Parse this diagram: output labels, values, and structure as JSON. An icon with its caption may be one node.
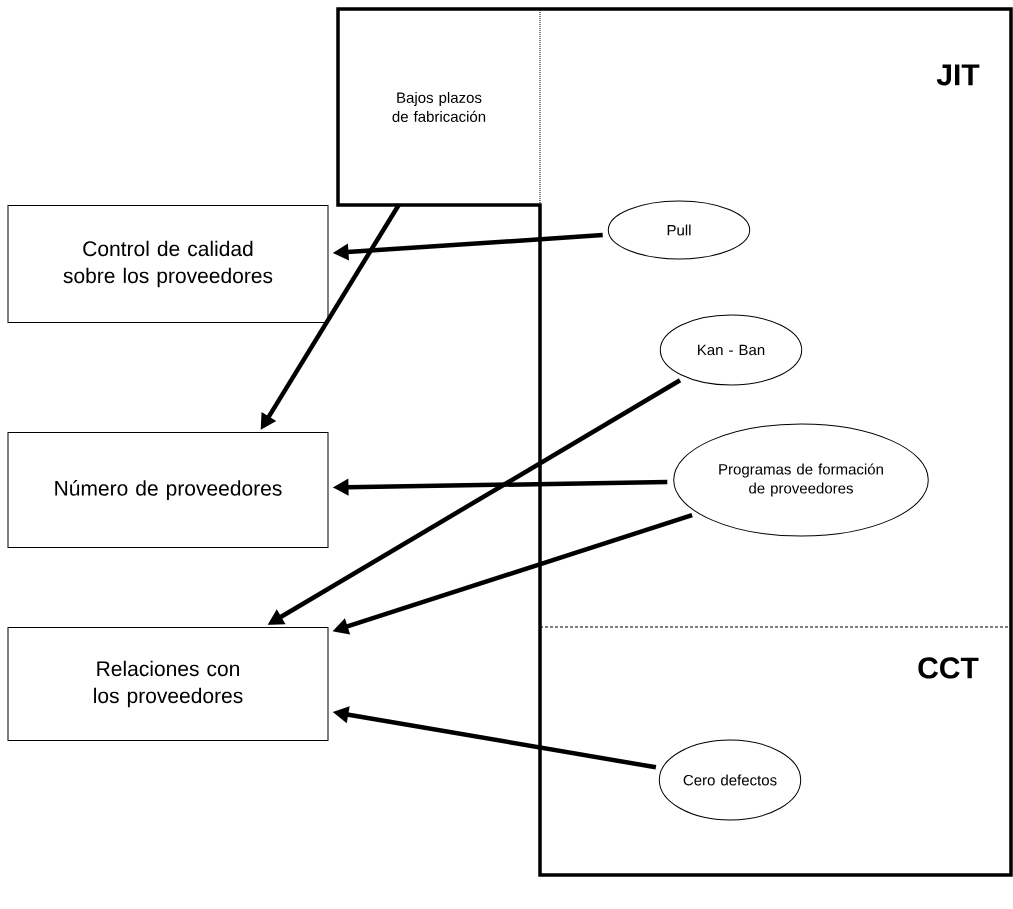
{
  "diagram": {
    "nodes": [
      {
        "text": [
          "Bajos plazos de fabricación"
        ]
      },
      {
        "text": [
          "Control de calidad sobre los proveedores"
        ]
      },
      {
        "text": [
          "Número de proveedores"
        ]
      },
      {
        "text": [
          "Relaciones con los proveedores"
        ]
      },
      {
        "text": [
          "Pull"
        ]
      },
      {
        "text": [
          "Kan - Ban"
        ]
      },
      {
        "text": [
          "Programas de formación de proveedores"
        ]
      },
      {
        "text": [
          "Cero defectos"
        ]
      }
    ],
    "edges": [
      {
        "from": 4,
        "to": 1,
        "arrow": "to"
      },
      {
        "from": 0,
        "to": 2,
        "arrow": "to"
      },
      {
        "from": 5,
        "to": 3,
        "arrow": "to"
      },
      {
        "from": 6,
        "to": 2,
        "arrow": "to"
      },
      {
        "from": 6,
        "to": 3,
        "arrow": "to"
      },
      {
        "from": 7,
        "to": 3,
        "arrow": "to"
      }
    ],
    "labels": [
      "JIT",
      "CCT"
    ]
  }
}
